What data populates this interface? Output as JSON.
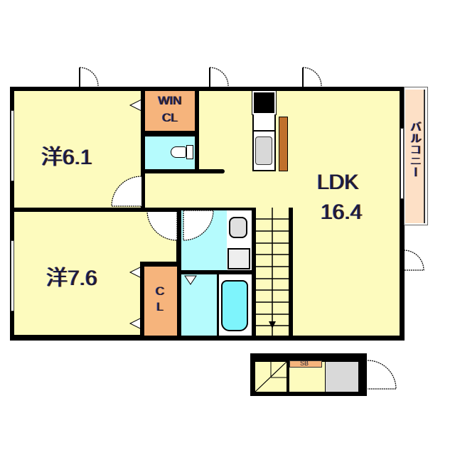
{
  "floor_plan": {
    "rooms": [
      {
        "id": "western-room-1",
        "label": "洋6.1",
        "type": "Western-style room",
        "size_jo": 6.1
      },
      {
        "id": "western-room-2",
        "label": "洋7.6",
        "type": "Western-style room",
        "size_jo": 7.6
      },
      {
        "id": "ldk",
        "label_line1": "LDK",
        "label_line2": "16.4",
        "type": "Living/Dining/Kitchen",
        "size_jo": 16.4
      },
      {
        "id": "walk-in-closet",
        "label_line1": "WIN",
        "label_line2": "CL",
        "type": "Walk-in closet"
      },
      {
        "id": "closet",
        "label_line1": "C",
        "label_line2": "L",
        "type": "Closet"
      },
      {
        "id": "balcony",
        "label": "バルコニー",
        "type": "Balcony"
      },
      {
        "id": "toilet",
        "type": "Toilet"
      },
      {
        "id": "washroom",
        "type": "Washroom"
      },
      {
        "id": "bathroom",
        "type": "Bathroom"
      },
      {
        "id": "stairs",
        "type": "Staircase"
      },
      {
        "id": "shoe-box",
        "label": "SB",
        "type": "Shoe box"
      }
    ],
    "colors": {
      "room_yellow": "#fdfbbe",
      "closet_orange": "#f6b47c",
      "wet_area_cyan": "#b5fbfd",
      "balcony_peach": "#fde0c6",
      "wall": "#000000",
      "kitchen_counter": "#c0702c",
      "storage_gray": "#d9d9d9"
    }
  }
}
